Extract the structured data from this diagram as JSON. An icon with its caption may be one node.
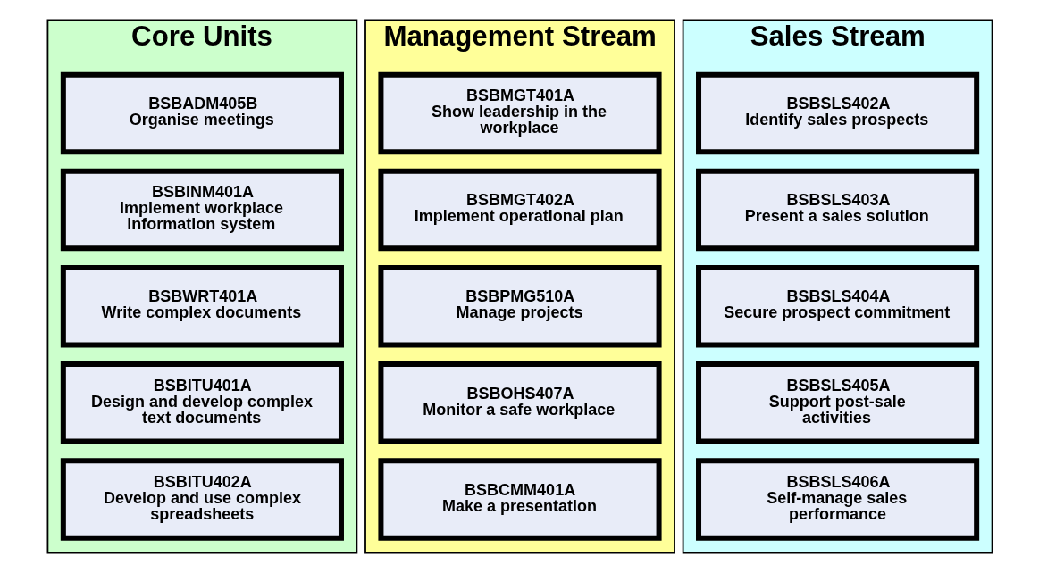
{
  "diagram": {
    "nodes": [
      {
        "text": [
          "Core Units"
        ]
      },
      {
        "text": [
          "BSBADM405B",
          "Organise meetings"
        ],
        "in": 0
      },
      {
        "text": [
          "BSBINM401A",
          "Implement workplace information system"
        ],
        "in": 0
      },
      {
        "text": [
          "BSBWRT401A",
          "Write complex documents"
        ],
        "in": 0
      },
      {
        "text": [
          "BSBITU401A",
          "Design and develop complex text documents"
        ],
        "in": 0
      },
      {
        "text": [
          "BSBITU402A",
          "Develop and use complex spreadsheets"
        ],
        "in": 0
      },
      {
        "text": [
          "Management Stream"
        ]
      },
      {
        "text": [
          "BSBMGT401A",
          "Show leadership in the workplace"
        ],
        "in": 6
      },
      {
        "text": [
          "BSBMGT402A",
          "Implement operational plan"
        ],
        "in": 6
      },
      {
        "text": [
          "BSBPMG510A",
          "Manage projects"
        ],
        "in": 6
      },
      {
        "text": [
          "BSBOHS407A",
          "Monitor a safe workplace"
        ],
        "in": 6
      },
      {
        "text": [
          "BSBCMM401A",
          "Make a presentation"
        ],
        "in": 6
      },
      {
        "text": [
          "Sales Stream"
        ]
      },
      {
        "text": [
          "BSBSLS402A",
          "Identify sales prospects"
        ],
        "in": 12
      },
      {
        "text": [
          "BSBSLS403A",
          "Present a sales solution"
        ],
        "in": 12
      },
      {
        "text": [
          "BSBSLS404A",
          "Secure prospect commitment"
        ],
        "in": 12
      },
      {
        "text": [
          "BSBSLS405A",
          "Support post-sale activities"
        ],
        "in": 12
      },
      {
        "text": [
          "BSBSLS406A",
          "Self-manage sales performance"
        ],
        "in": 12
      }
    ],
    "edges": []
  }
}
